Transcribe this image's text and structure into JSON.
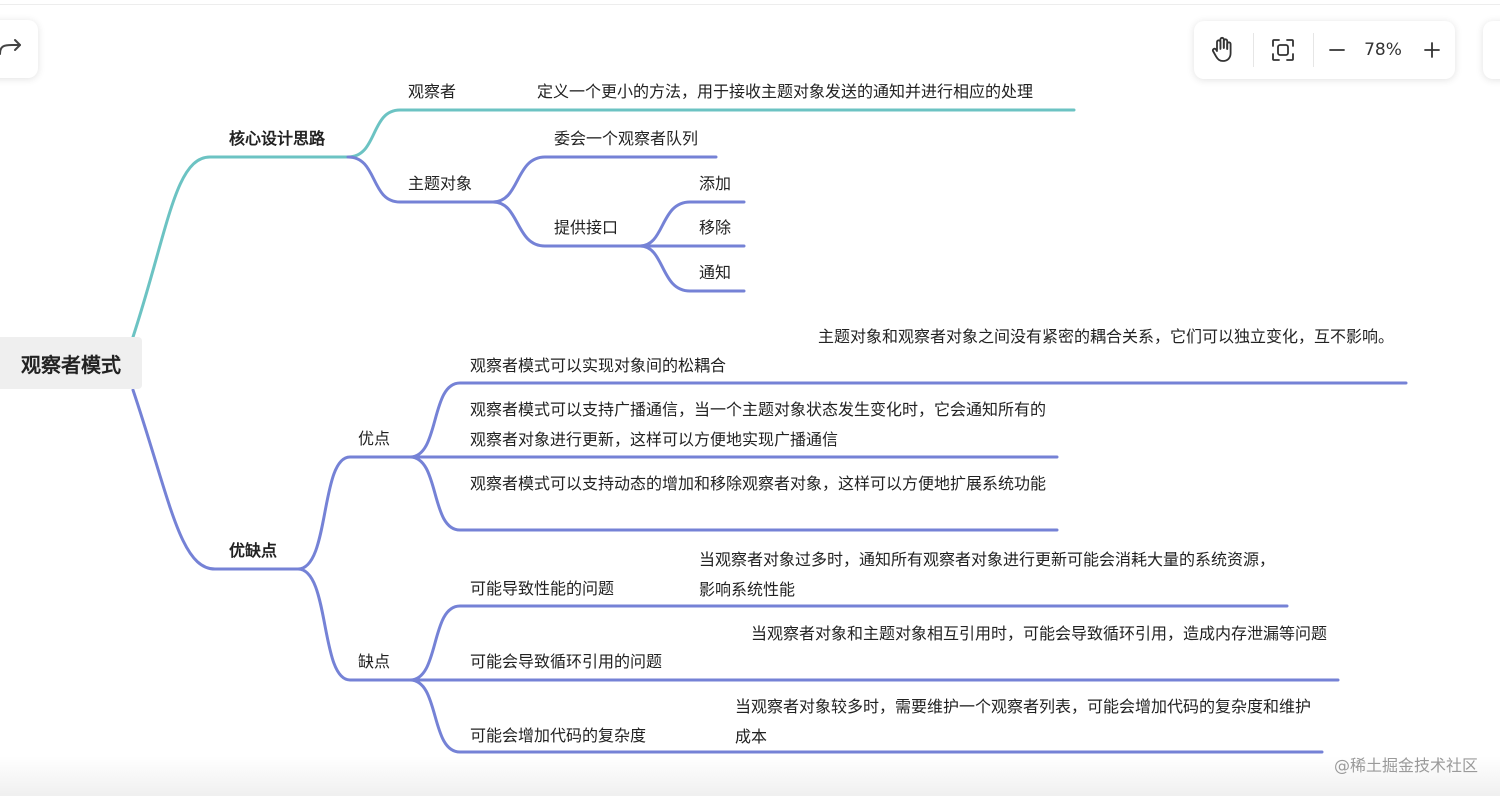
{
  "mindmap": {
    "root": "观察者模式",
    "branches": {
      "core": {
        "label": "核心设计思路",
        "observer": {
          "label": "观察者",
          "detail": "定义一个更小的方法，用于接收主题对象发送的通知并进行相应的处理"
        },
        "subject": {
          "label": "主题对象",
          "queue": "委会一个观察者队列",
          "interface": {
            "label": "提供接口",
            "items": [
              "添加",
              "移除",
              "通知"
            ]
          }
        }
      },
      "proscons": {
        "label": "优缺点",
        "pros": {
          "label": "优点",
          "items": [
            {
              "label": "观察者模式可以实现对象间的松耦合",
              "detail": "主题对象和观察者对象之间没有紧密的耦合关系，它们可以独立变化，互不影响。"
            },
            {
              "text": "观察者模式可以支持广播通信，当一个主题对象状态发生变化时，它会通知所有的观察者对象进行更新，这样可以方便地实现广播通信"
            },
            {
              "text": "观察者模式可以支持动态的增加和移除观察者对象，这样可以方便地扩展系统功能"
            }
          ]
        },
        "cons": {
          "label": "缺点",
          "items": [
            {
              "label": "可能导致性能的问题",
              "detail": "当观察者对象过多时，通知所有观察者对象进行更新可能会消耗大量的系统资源，影响系统性能"
            },
            {
              "label": "可能会导致循环引用的问题",
              "detail": "当观察者对象和主题对象相互引用时，可能会导致循环引用，造成内存泄漏等问题"
            },
            {
              "label": "可能会增加代码的复杂度",
              "detail": "当观察者对象较多时，需要维护一个观察者列表，可能会增加代码的复杂度和维护成本"
            }
          ]
        }
      }
    }
  },
  "toolbar": {
    "zoom_level": "78%",
    "icons": {
      "undo": "redo-arrow-icon",
      "pan": "hand-icon",
      "fit": "fit-view-icon",
      "zoom_out": "minus-icon",
      "zoom_in": "plus-icon"
    }
  },
  "watermark": "@稀土掘金技术社区",
  "colors": {
    "branch_core": "#6cc3c3",
    "branch_main": "#7582d6",
    "root_bg": "#efefef",
    "text": "#222222"
  }
}
